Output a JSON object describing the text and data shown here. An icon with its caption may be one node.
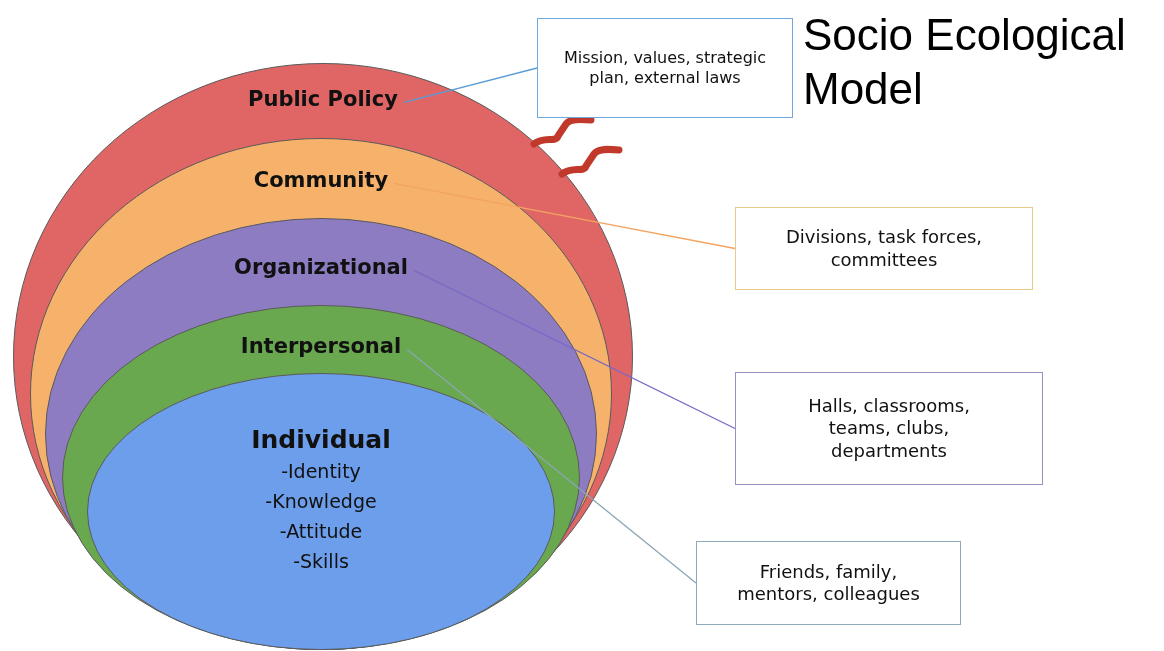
{
  "diagram": {
    "title": "Socio Ecological Model",
    "nodes": [
      {
        "text": [
          "Public Policy"
        ]
      },
      {
        "text": [
          "Community"
        ],
        "in": 0
      },
      {
        "text": [
          "Organizational"
        ],
        "in": 1
      },
      {
        "text": [
          "Interpersonal"
        ],
        "in": 2
      },
      {
        "text": [
          "Individual",
          "-Identity",
          "-Knowledge",
          "-Attitude",
          "-Skills"
        ],
        "in": 3
      },
      {
        "text": [
          "Mission, values, strategic plan, external laws"
        ]
      },
      {
        "text": [
          "Divisions, task forces, committees"
        ]
      },
      {
        "text": [
          "Halls, classrooms, teams, clubs, departments"
        ]
      },
      {
        "text": [
          "Friends, family, mentors, colleagues"
        ]
      }
    ],
    "edges": [
      {
        "from": 5,
        "to": 0,
        "arrow": "none",
        "color": "#5b9bd5"
      },
      {
        "from": 6,
        "to": 1,
        "arrow": "none",
        "color": "#f4a460"
      },
      {
        "from": 7,
        "to": 2,
        "arrow": "none",
        "color": "#7b68c8"
      },
      {
        "from": 8,
        "to": 3,
        "arrow": "none",
        "color": "#8aa6b5"
      }
    ]
  }
}
